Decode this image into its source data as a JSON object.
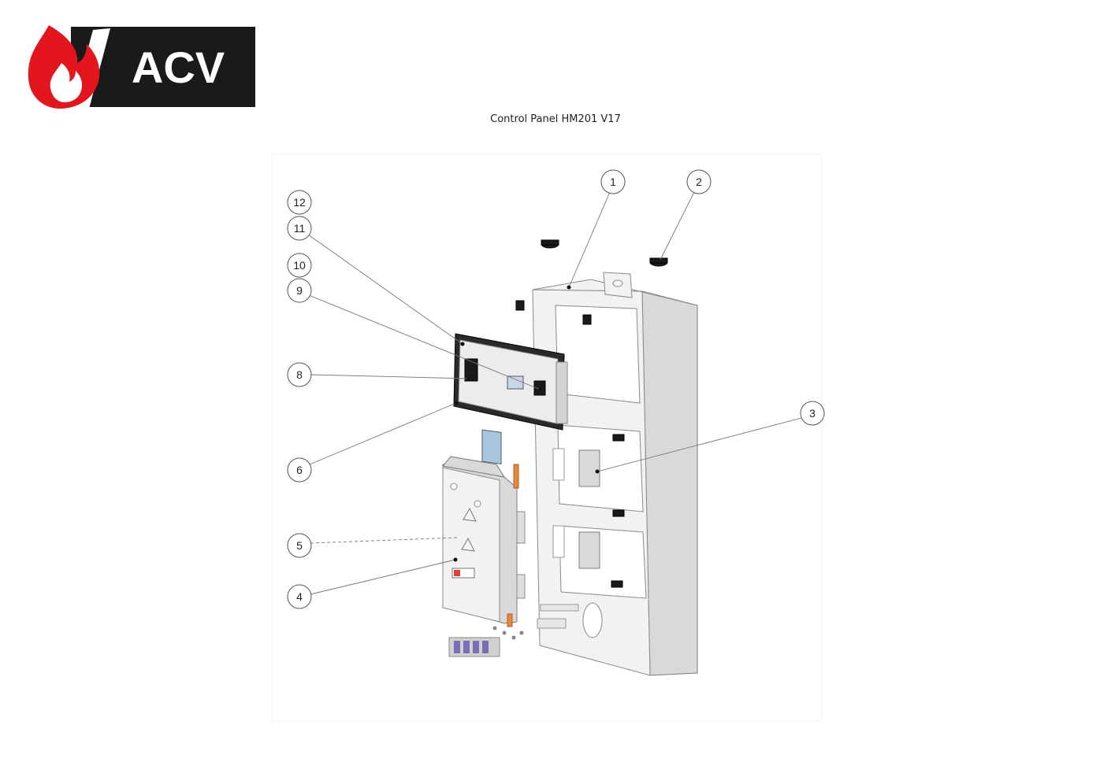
{
  "brand": {
    "logo_text": "ACV",
    "colors": {
      "flame": "#e3161e",
      "logo_bg": "#1a1a1a",
      "logo_text": "#ffffff"
    }
  },
  "title": "Control Panel HM201 V17",
  "callouts": [
    "1",
    "2",
    "3",
    "4",
    "5",
    "6",
    "8",
    "9",
    "10",
    "11",
    "12"
  ]
}
